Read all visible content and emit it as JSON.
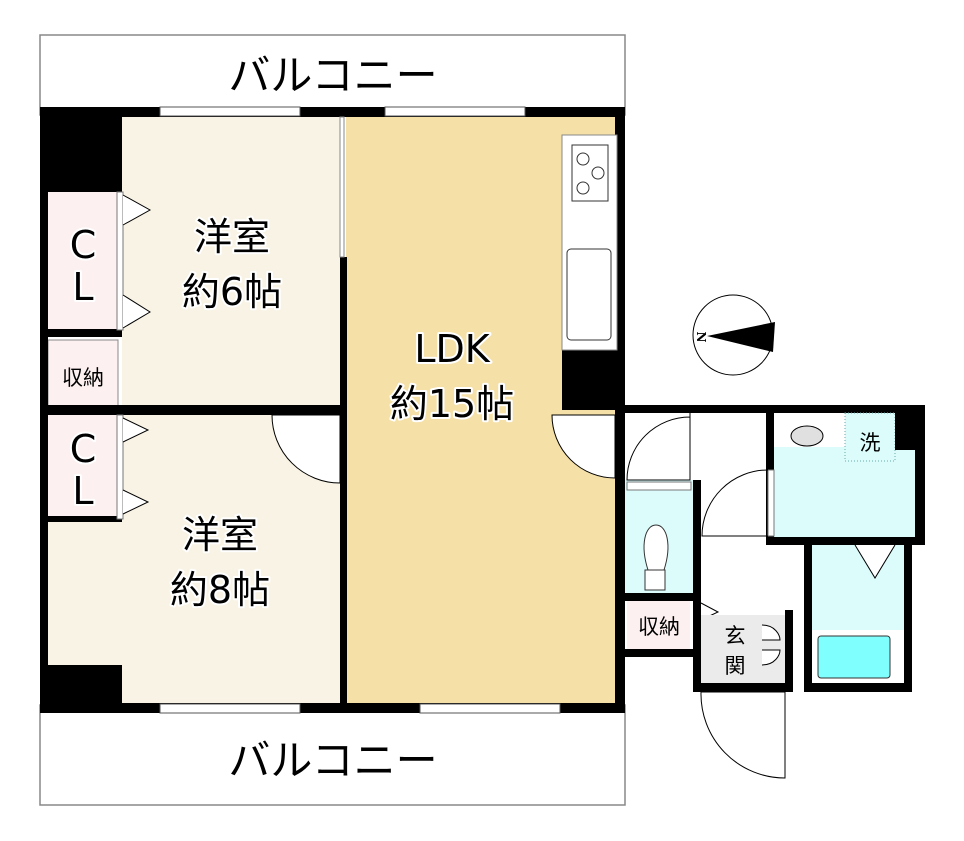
{
  "balcony_top": "バルコニー",
  "balcony_bottom": "バルコニー",
  "rooms": {
    "western_6": {
      "name": "洋室",
      "size": "約6帖"
    },
    "western_8": {
      "name": "洋室",
      "size": "約8帖"
    },
    "ldk": {
      "name": "LDK",
      "size": "約15帖"
    },
    "closet_1": {
      "c": "C",
      "l": "L"
    },
    "closet_2": {
      "c": "C",
      "l": "L"
    },
    "storage_1": "収納",
    "storage_2": "収納",
    "entrance": {
      "line1": "玄",
      "line2": "関"
    },
    "washroom": "洗"
  },
  "compass": {
    "label": "N"
  },
  "colors": {
    "western": "#f8f3e4",
    "ldk": "#f5e0a8",
    "closet": "#fdf0f0",
    "water": "#dcfcfc",
    "tub": "#80ffff",
    "entrance": "#ebebeb",
    "wall": "#000000"
  }
}
